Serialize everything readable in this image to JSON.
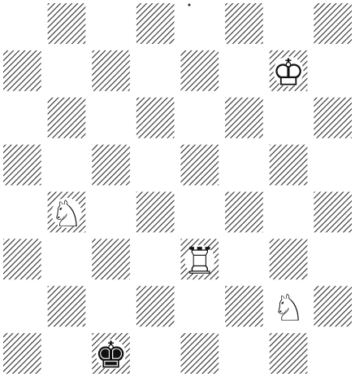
{
  "board": {
    "files": [
      "a",
      "b",
      "c",
      "d",
      "e",
      "f",
      "g",
      "h"
    ],
    "ranks": [
      8,
      7,
      6,
      5,
      4,
      3,
      2,
      1
    ],
    "light_square_color": "#ffffff",
    "dark_square_hatch_color": "#2b2b2b",
    "dark_square_style": "diagonal-hatch",
    "dark_square_parity": "a1-dark"
  },
  "pieces": [
    {
      "square": "g7",
      "color": "white",
      "type": "king",
      "glyph": "♔",
      "icon": "white-king-icon"
    },
    {
      "square": "b4",
      "color": "white",
      "type": "knight",
      "glyph": "♘",
      "icon": "white-knight-icon"
    },
    {
      "square": "e3",
      "color": "white",
      "type": "rook",
      "glyph": "♖",
      "icon": "white-rook-icon"
    },
    {
      "square": "g2",
      "color": "white",
      "type": "knight",
      "glyph": "♘",
      "icon": "white-knight-icon"
    },
    {
      "square": "c1",
      "color": "black",
      "type": "king",
      "glyph": "♚",
      "icon": "black-king-icon"
    }
  ]
}
